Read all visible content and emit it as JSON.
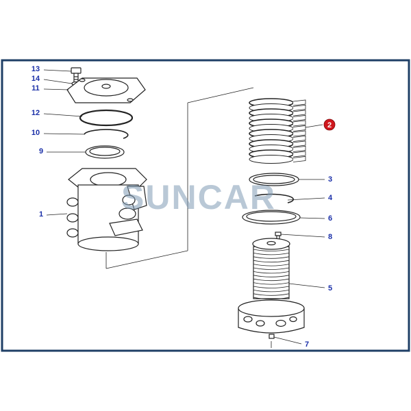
{
  "colors": {
    "frame": "#1f3f66",
    "callout": "#1a2fa8",
    "line": "#222222",
    "highlight": "#d0171d",
    "watermark": "#7f9bb5"
  },
  "watermark": {
    "text": "SUNCAR"
  },
  "callouts": [
    {
      "id": "13",
      "label": "13"
    },
    {
      "id": "14",
      "label": "14"
    },
    {
      "id": "11",
      "label": "11"
    },
    {
      "id": "12",
      "label": "12"
    },
    {
      "id": "10",
      "label": "10"
    },
    {
      "id": "9",
      "label": "9"
    },
    {
      "id": "1",
      "label": "1"
    },
    {
      "id": "2",
      "label": "2",
      "highlighted": true
    },
    {
      "id": "3",
      "label": "3"
    },
    {
      "id": "4",
      "label": "4"
    },
    {
      "id": "6",
      "label": "6"
    },
    {
      "id": "8",
      "label": "8"
    },
    {
      "id": "5",
      "label": "5"
    },
    {
      "id": "7",
      "label": "7"
    }
  ]
}
